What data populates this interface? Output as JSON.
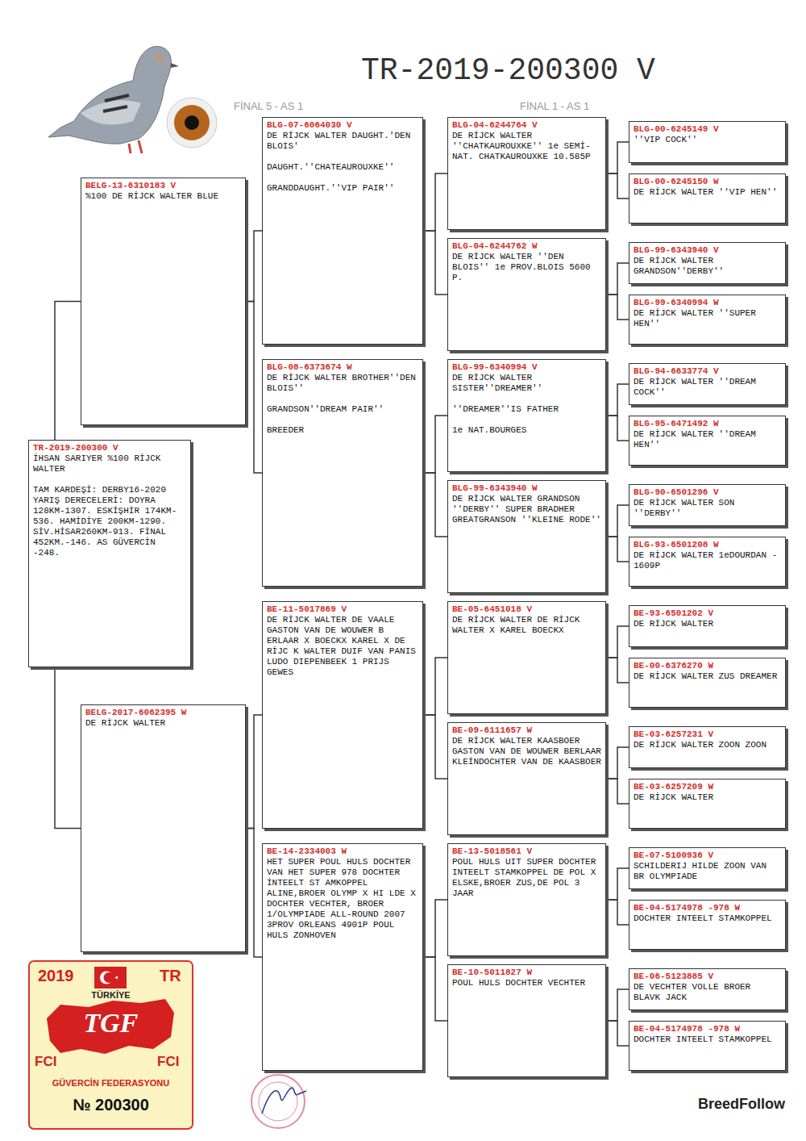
{
  "diagram": {
    "title": "TR-2019-200300 V",
    "nodes": [
      {
        "text": [
          "TR-2019-200300 V",
          "İHSAN SARIYER %100 RİJCK WALTER",
          "TAM KARDEŞİ: DERBY16-2020 YARIŞ DERECELERİ: DOYRA 128KM-1307. ESKİŞHİR 174KM-536. HAMİDİYE 200KM-1290. SİV.HİSAR260KM-913. FİNAL 452KM.-146. AS GÜVERCİN -248."
        ]
      },
      {
        "text": [
          "BELG-13-6310183 V",
          "%100 DE RİJCK WALTER BLUE"
        ]
      },
      {
        "text": [
          "BELG-2017-6062395 W",
          "DE RİJCK WALTER"
        ]
      },
      {
        "text": [
          "BLG-07-6064030 V",
          "DE RİJCK WALTER DAUGHT.'DEN BLOIS'",
          "DAUGHT.''CHATEAUROUXKE''",
          "GRANDDAUGHT.''VIP PAIR''"
        ]
      },
      {
        "text": [
          "BLG-08-6373674 W",
          "DE RİJCK WALTER BROTHER''DEN BLOIS''",
          "GRANDSON''DREAM PAIR''",
          "BREEDER"
        ]
      },
      {
        "text": [
          "BE-11-5017869 V",
          "DE RİJCK WALTER DE VAALE GASTON VAN DE WOUWER B ERLAAR X BOECKX KAREL X DE RİJC K WALTER DUIF VAN PANIS LUDO DIEPENBEEK 1 PRIJS GEWES"
        ]
      },
      {
        "text": [
          "BE-14-2334003 W",
          "HET SUPER POUL HULS DOCHTER VAN HET SUPER 978 DOCHTER İNTEELT ST AMKOPPEL ALINE,BROER OLYMP X HI LDE X DOCHTER VECHTER, BROER 1/OLYMPIADE ALL-ROUND 2007 3PROV ORLEANS 4901P POUL HULS ZONHOVEN"
        ]
      },
      {
        "text": [
          "BLG-04-6244764 V",
          "DE RİJCK WALTER ''CHATKAUROUXKE'' 1e SEMİ-NAT. CHATKAUROUXKE 10.585P"
        ]
      },
      {
        "text": [
          "BLG-04-6244762 W",
          "DE RİJCK WALTER ''DEN BLOIS'' 1e PROV.BLOIS 5600 P."
        ]
      },
      {
        "text": [
          "BLG-99-6340994 V",
          "DE RİJCK WALTER SISTER''DREAMER''",
          "''DREAMER''IS FATHER",
          "1e NAT.BOURGES"
        ]
      },
      {
        "text": [
          "BLG-99-6343940 W",
          "DE RİJCK WALTER GRANDSON ''DERBY'' SUPER BRADHER GREATGRANSON ''KLEINE RODE''"
        ]
      },
      {
        "text": [
          "BE-05-6451018 V",
          "DE RİJCK WALTER DE RİJCK WALTER X KAREL BOECKX"
        ]
      },
      {
        "text": [
          "BE-09-6111657 W",
          "DE RİJCK WALTER KAASBOER GASTON VAN DE WOUWER BERLAAR KLEİNDOCHTER VAN DE KAASBOER"
        ]
      },
      {
        "text": [
          "BE-13-5018561 V",
          "POUL HULS UIT SUPER DOCHTER INTEELT STAMKOPPEL DE POL X ELSKE,BROER ZUS,DE POL 3 JAAR"
        ]
      },
      {
        "text": [
          "BE-10-5011827 W",
          "POUL HULS DOCHTER VECHTER"
        ]
      },
      {
        "text": [
          "BLG-00-6245149 V",
          "''VIP COCK''"
        ]
      },
      {
        "text": [
          "BLG-00-6245150 W",
          "DE RİJCK WALTER ''VIP HEN''"
        ]
      },
      {
        "text": [
          "BLG-99-6343940 V",
          "DE RİJCK WALTER GRANDSON''DERBY''"
        ]
      },
      {
        "text": [
          "BLG-99-6340994 W",
          "DE RİJCK WALTER ''SUPER HEN''"
        ]
      },
      {
        "text": [
          "BLG-94-6633774 V",
          "DE RİJCK WALTER ''DREAM COCK''"
        ]
      },
      {
        "text": [
          "BLG-95-6471492 W",
          "DE RİJCK WALTER ''DREAM HEN''"
        ]
      },
      {
        "text": [
          "BLG-90-6501296 V",
          "DE RİJCK WALTER SON ''DERBY''"
        ]
      },
      {
        "text": [
          "BLG-93-6501208 W",
          "DE RİJCK WALTER 1eDOURDAN - 1609P"
        ]
      },
      {
        "text": [
          "BE-93-6501202 V",
          "DE RİJCK WALTER"
        ]
      },
      {
        "text": [
          "BE-00-6376270 W",
          "DE RİJCK WALTER ZUS DREAMER"
        ]
      },
      {
        "text": [
          "BE-03-6257231 V",
          "DE RİJCK WALTER ZOON ZOON"
        ]
      },
      {
        "text": [
          "BE-03-6257209 W",
          "DE RİJCK WALTER"
        ]
      },
      {
        "text": [
          "BE-07-5100936 V",
          "SCHILDERIJ HILDE ZOON VAN BR OLYMPIADE"
        ]
      },
      {
        "text": [
          "BE-04-5174978 -978 W",
          "DOCHTER INTEELT STAMKOPPEL"
        ]
      },
      {
        "text": [
          "BE-06-5123885 V",
          "DE VECHTER VOLLE BROER BLAVK JACK"
        ]
      },
      {
        "text": [
          "BE-04-5174978 -978 W",
          "DOCHTER INTEELT STAMKOPPEL"
        ]
      },
      {
        "text": [
          "2019",
          "TR",
          "TÜRKİYE",
          "TGF",
          "FCI",
          "FCI",
          "GÜVERCİN FEDERASYONU",
          "№ 200300"
        ]
      }
    ],
    "edges": [
      {
        "from": 0,
        "to": 1,
        "arrow": "none"
      },
      {
        "from": 0,
        "to": 2,
        "arrow": "none"
      },
      {
        "from": 1,
        "to": 3,
        "arrow": "none"
      },
      {
        "from": 1,
        "to": 4,
        "arrow": "none"
      },
      {
        "from": 2,
        "to": 5,
        "arrow": "none"
      },
      {
        "from": 2,
        "to": 6,
        "arrow": "none"
      },
      {
        "from": 3,
        "to": 7,
        "arrow": "none"
      },
      {
        "from": 3,
        "to": 8,
        "arrow": "none"
      },
      {
        "from": 4,
        "to": 9,
        "arrow": "none"
      },
      {
        "from": 4,
        "to": 10,
        "arrow": "none"
      },
      {
        "from": 5,
        "to": 11,
        "arrow": "none"
      },
      {
        "from": 5,
        "to": 12,
        "arrow": "none"
      },
      {
        "from": 6,
        "to": 13,
        "arrow": "none"
      },
      {
        "from": 6,
        "to": 14,
        "arrow": "none"
      },
      {
        "from": 7,
        "to": 15,
        "arrow": "none"
      },
      {
        "from": 7,
        "to": 16,
        "arrow": "none"
      },
      {
        "from": 8,
        "to": 17,
        "arrow": "none"
      },
      {
        "from": 8,
        "to": 18,
        "arrow": "none"
      },
      {
        "from": 9,
        "to": 19,
        "arrow": "none"
      },
      {
        "from": 9,
        "to": 20,
        "arrow": "none"
      },
      {
        "from": 10,
        "to": 21,
        "arrow": "none"
      },
      {
        "from": 10,
        "to": 22,
        "arrow": "none"
      },
      {
        "from": 11,
        "to": 23,
        "arrow": "none"
      },
      {
        "from": 11,
        "to": 24,
        "arrow": "none"
      },
      {
        "from": 12,
        "to": 25,
        "arrow": "none"
      },
      {
        "from": 12,
        "to": 26,
        "arrow": "none"
      },
      {
        "from": 13,
        "to": 27,
        "arrow": "none"
      },
      {
        "from": 13,
        "to": 28,
        "arrow": "none"
      },
      {
        "from": 14,
        "to": 29,
        "arrow": "none"
      },
      {
        "from": 14,
        "to": 30,
        "arrow": "none"
      }
    ],
    "labels": [
      "FİNAL 5 - AS 1",
      "FİNAL 1 - AS 1",
      "BreedFollow"
    ]
  }
}
